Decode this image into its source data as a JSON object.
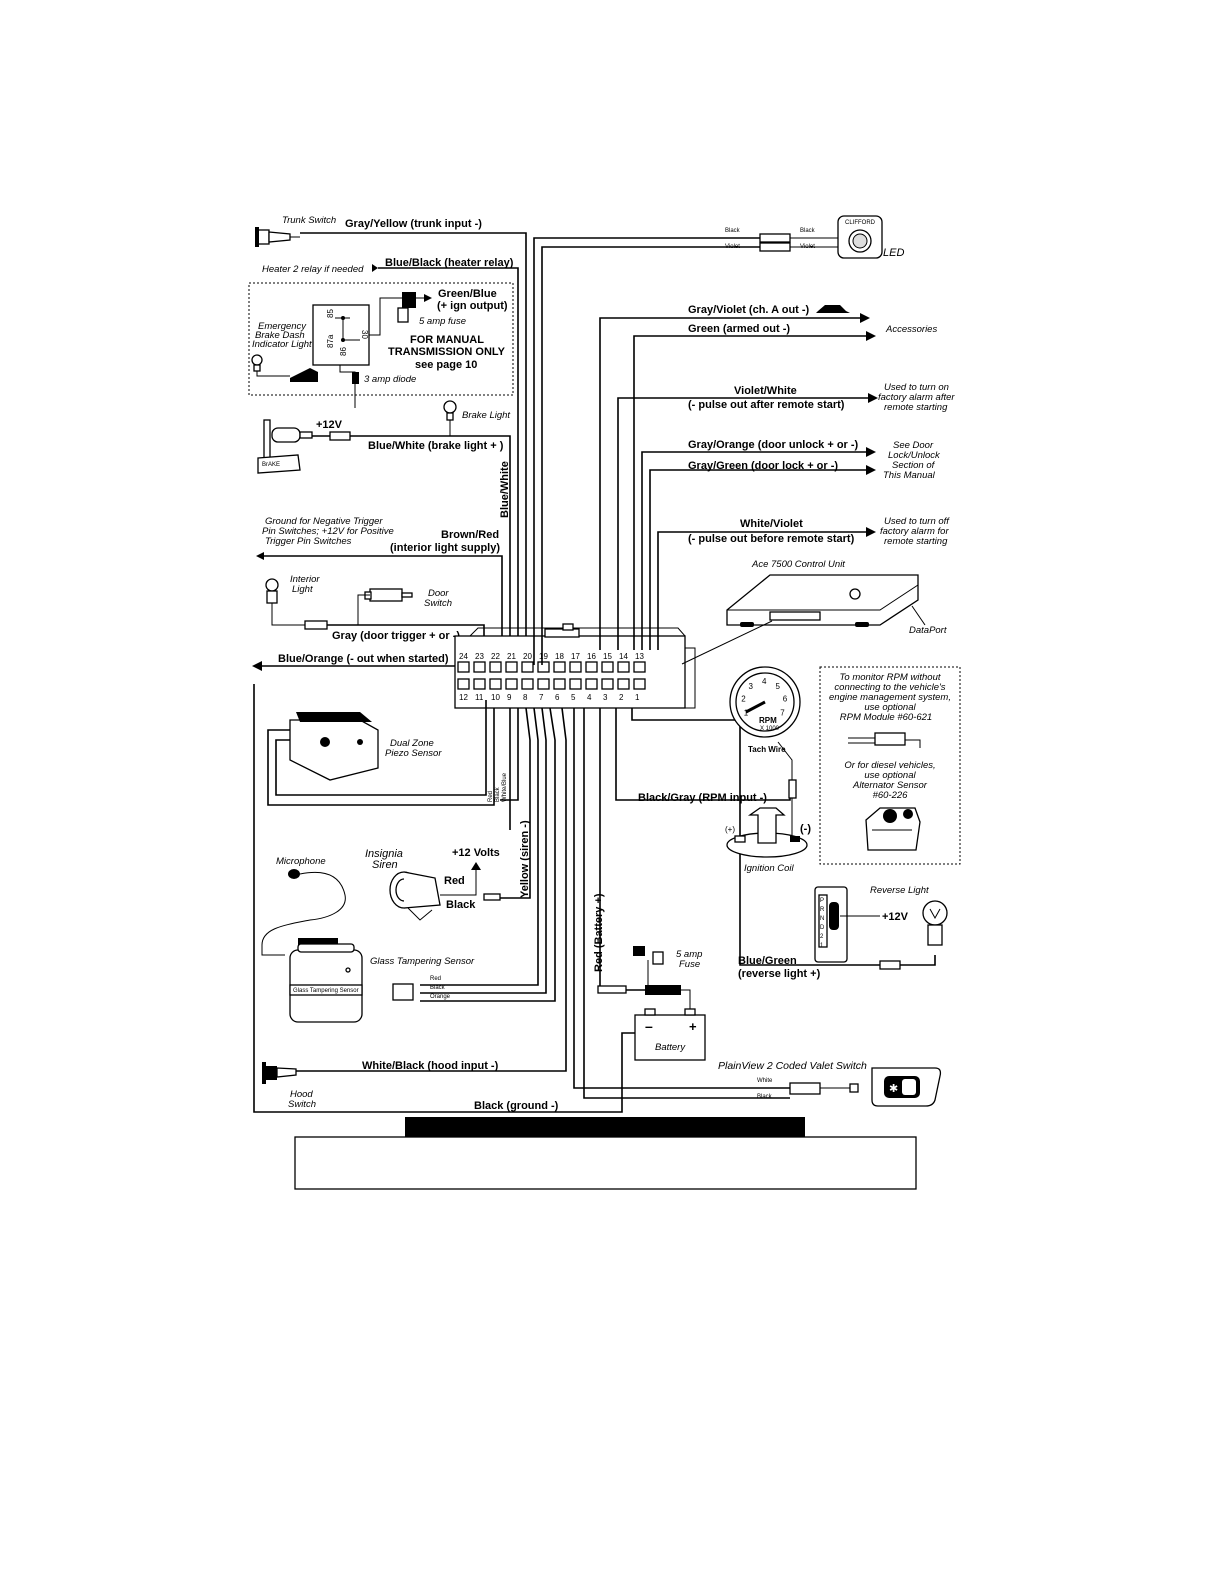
{
  "top_left": {
    "trunk_switch": "Trunk Switch",
    "trunk_wire": "Gray/Yellow  (trunk input -)",
    "heater_note": "Heater 2 relay if needed",
    "heater_wire": "Blue/Black (heater relay)"
  },
  "manual_box": {
    "ign_wire_1": "Green/Blue",
    "ign_wire_2": "(+ ign output)",
    "fuse": "5 amp fuse",
    "relay_85": "85",
    "relay_87a": "87a",
    "relay_30": "30",
    "relay_86": "86",
    "emergency_1": "Emergency",
    "emergency_2": "Brake Dash",
    "emergency_3": "Indicator Light",
    "manual_1": "FOR MANUAL",
    "manual_2": "TRANSMISSION ONLY",
    "manual_3": "see page 10",
    "diode": "3 amp diode"
  },
  "brake": {
    "plus12": "+12V",
    "brake_light": "Brake Light",
    "wire": "Blue/White  (brake light + )",
    "vertical_wire": "Blue/White",
    "pedal": "BrAKE"
  },
  "interior": {
    "ground_note_1": "Ground for Negative Trigger",
    "ground_note_2": "Pin Switches; +12V for Positive",
    "ground_note_3": "Trigger Pin Switches",
    "wire_1": "Brown/Red",
    "wire_2": "(interior light supply)",
    "interior_light_1": "Interior",
    "interior_light_2": "Light",
    "door_switch_1": "Door",
    "door_switch_2": "Switch",
    "door_trigger": "Gray  (door trigger + or -)",
    "started_out": "Blue/Orange (- out when started)"
  },
  "piezo": {
    "label_1": "Dual Zone",
    "label_2": "Piezo Sensor",
    "wires": [
      "Red",
      "Black",
      "White/Blue"
    ]
  },
  "siren": {
    "microphone": "Microphone",
    "siren_1": "Insignia",
    "siren_2": "Siren",
    "volts": "+12 Volts",
    "red": "Red",
    "black": "Black",
    "yellow_wire": "Yellow (siren -)"
  },
  "glass": {
    "label": "Glass Tampering Sensor",
    "body": "Glass Tampering Sensor",
    "wires": [
      "Red",
      "Black",
      "Orange"
    ]
  },
  "hood": {
    "wire": "White/Black (hood input -)",
    "switch_1": "Hood",
    "switch_2": "Switch",
    "ground": "Black (ground -)"
  },
  "led": {
    "black_left": "Black",
    "violet_left": "Violet",
    "black_right": "Black",
    "violet_right": "Violet",
    "logo": "CLIFFORD",
    "label": "LED"
  },
  "outputs": {
    "ch_a": "Gray/Violet  (ch. A out -)",
    "armed": "Green (armed out -)",
    "accessories": "Accessories",
    "violet_white_1": "Violet/White",
    "violet_white_2": "(- pulse out after remote start)",
    "factory_alarm_1": "Used to turn on",
    "factory_alarm_2": "factory alarm after",
    "factory_alarm_3": "remote starting",
    "unlock": "Gray/Orange  (door unlock  + or -)",
    "lock": "Gray/Green    (door lock + or  -)",
    "see_door_1": "See Door",
    "see_door_2": "Lock/Unlock",
    "see_door_3": "Section of",
    "see_door_4": "This Manual",
    "white_violet_1": "White/Violet",
    "white_violet_2": "(- pulse out before remote start)",
    "turn_off_1": "Used to turn off",
    "turn_off_2": "factory  alarm for",
    "turn_off_3": "remote starting"
  },
  "control_unit": {
    "label": "Ace 7500 Control Unit",
    "dataport": "DataPort"
  },
  "connector": {
    "top_pins": [
      "24",
      "23",
      "22",
      "21",
      "20",
      "19",
      "18",
      "17",
      "16",
      "15",
      "14",
      "13"
    ],
    "bottom_pins": [
      "12",
      "11",
      "10",
      "9",
      "8",
      "7",
      "6",
      "5",
      "4",
      "3",
      "2",
      "1"
    ]
  },
  "rpm": {
    "gauge_numbers": [
      "1",
      "2",
      "3",
      "4",
      "5",
      "6",
      "7"
    ],
    "gauge_label": "RPM",
    "gauge_sub": "X 1000",
    "tach_wire": "Tach Wire",
    "wire": "Black/Gray (RPM input -)",
    "coil_plus": "(+)",
    "coil_minus": "(-)",
    "coil": "Ignition Coil"
  },
  "rpm_note": {
    "line_1": "To monitor RPM without",
    "line_2": "connecting to the vehicle's",
    "line_3": "engine management system,",
    "line_4": "use optional",
    "line_5": "RPM Module #60-621",
    "line_6": "Or for diesel vehicles,",
    "line_7": "use optional",
    "line_8": "Alternator Sensor",
    "line_9": "#60-226"
  },
  "reverse": {
    "light": "Reverse Light",
    "plus12": "+12V",
    "gears": "PRND21",
    "wire_1": "Blue/Green",
    "wire_2": "(reverse light +)"
  },
  "battery": {
    "wire": "Red (Battery +)",
    "fuse_1": "5 amp",
    "fuse_2": "Fuse",
    "minus": "–",
    "plus": "+",
    "label": "Battery"
  },
  "valet": {
    "label": "PlainView 2 Coded Valet Switch",
    "white": "White",
    "black": "Black"
  }
}
